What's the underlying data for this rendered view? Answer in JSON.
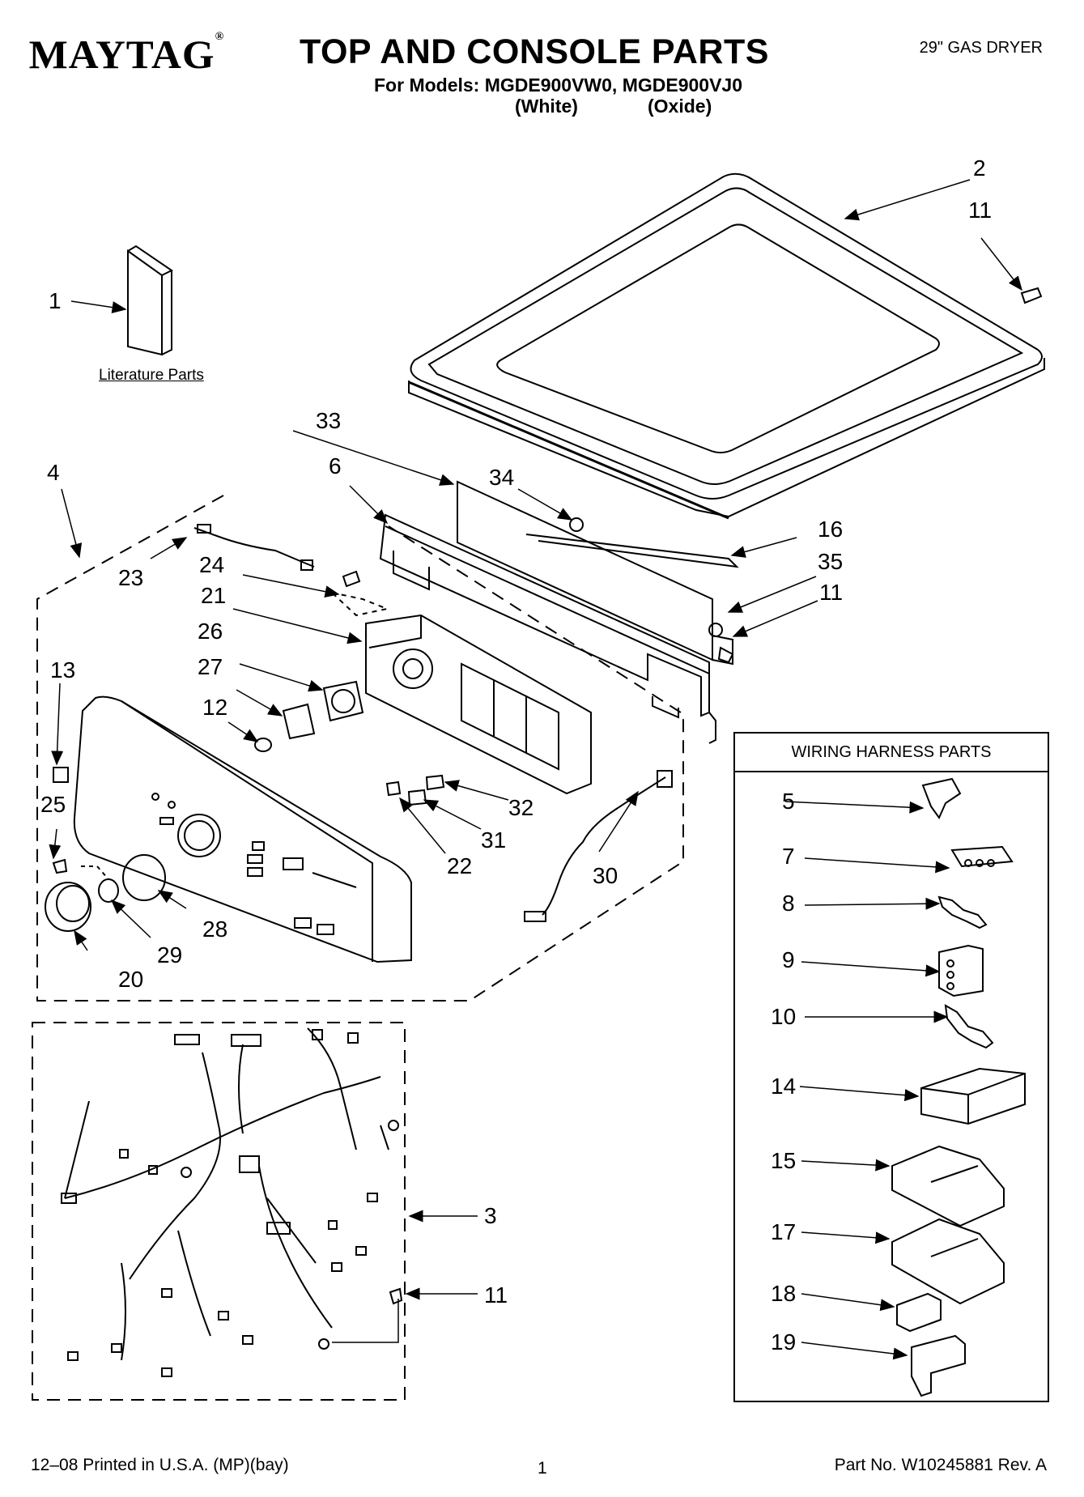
{
  "header": {
    "brand": "MAYTAG",
    "brand_mark": "®",
    "title": "TOP AND CONSOLE PARTS",
    "models": "For Models: MGDE900VW0, MGDE900VJ0",
    "variant_white": "(White)",
    "variant_oxide": "(Oxide)",
    "product": "29\" GAS DRYER"
  },
  "labels": {
    "literature_parts": "Literature Parts",
    "wiring_harness_parts": "WIRING HARNESS PARTS"
  },
  "callouts": {
    "c1": "1",
    "c2": "2",
    "c3": "3",
    "c4": "4",
    "c5": "5",
    "c6": "6",
    "c7": "7",
    "c8": "8",
    "c9": "9",
    "c10": "10",
    "c11a": "11",
    "c11b": "11",
    "c11c": "11",
    "c12": "12",
    "c13": "13",
    "c14": "14",
    "c15": "15",
    "c16": "16",
    "c17": "17",
    "c18": "18",
    "c19": "19",
    "c20": "20",
    "c21": "21",
    "c22": "22",
    "c23": "23",
    "c24": "24",
    "c25": "25",
    "c26": "26",
    "c27": "27",
    "c28": "28",
    "c29": "29",
    "c30": "30",
    "c31": "31",
    "c32": "32",
    "c33": "33",
    "c34": "34",
    "c35": "35"
  },
  "footer": {
    "printed": "12–08 Printed in U.S.A. (MP)(bay)",
    "page_number": "1",
    "part_number": "Part No. W10245881 Rev. A"
  }
}
